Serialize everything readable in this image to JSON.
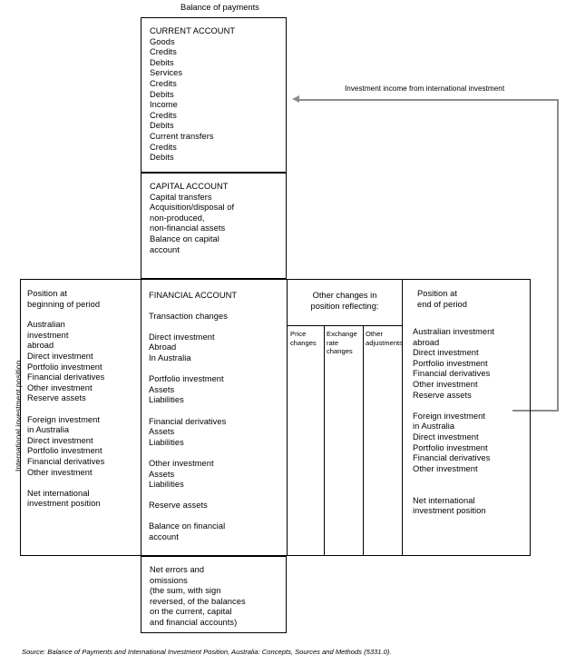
{
  "figure": {
    "top_title": "Balance of payments",
    "side_label": "International investment position",
    "source_note": "Source: Balance of Payments and International Investment Position, Australia: Concepts, Sources and Methods (5331.0)."
  },
  "flow_arrow": {
    "label": "Investment income from international investment",
    "direction": "left",
    "color": "#8c8c8c"
  },
  "boxes": {
    "current_account": {
      "heading": "CURRENT ACCOUNT",
      "body": "CURRENT ACCOUNT\nGoods\n  Credits\n  Debits\nServices\n  Credits\n  Debits\nIncome\n  Credits\n  Debits\nCurrent transfers\n  Credits\n  Debits"
    },
    "capital_account": {
      "heading": "CAPITAL ACCOUNT",
      "body": "CAPITAL ACCOUNT\n  Capital transfers\n  Acquisition/disposal of\n    non-produced,\n    non-financial assets\nBalance on capital\naccount"
    },
    "position_beginning": {
      "heading": "Position at\nbeginning of period",
      "body": "Australian\ninvestment\nabroad\n  Direct investment\n  Portfolio investment\n  Financial derivatives\n  Other investment\n  Reserve assets\n\nForeign investment\nin Australia\n  Direct investment\n  Portfolio investment\n  Financial derivatives\n  Other investment\n\nNet international\ninvestment position"
    },
    "financial_account": {
      "heading": "FINANCIAL ACCOUNT",
      "body": "Transaction changes\n\nDirect investment\n  Abroad\n  In Australia\n\nPortfolio investment\n  Assets\n  Liabilities\n\nFinancial derivatives\n  Assets\n  Liabilities\n\nOther investment\n  Assets\n  Liabilities\n\nReserve assets\n\nBalance on financial\naccount"
    },
    "other_changes": {
      "heading": "Other changes in\nposition reflecting:",
      "columns": [
        {
          "label": "Price\nchanges"
        },
        {
          "label": "Exchange\nrate\nchanges"
        },
        {
          "label": "Other\nadjustments"
        }
      ]
    },
    "position_end": {
      "heading": "Position at\nend of period",
      "body": "Australian investment\nabroad\n  Direct investment\n  Portfolio investment\n  Financial derivatives\n  Other investment\n  Reserve assets\n\nForeign investment\nin Australia\n  Direct investment\n  Portfolio investment\n  Financial derivatives\n  Other investment\n\n\nNet international\ninvestment position"
    },
    "net_errors": {
      "body": "Net errors and\nomissions\n(the sum, with sign\nreversed, of the balances\non the current, capital\nand financial accounts)"
    }
  }
}
